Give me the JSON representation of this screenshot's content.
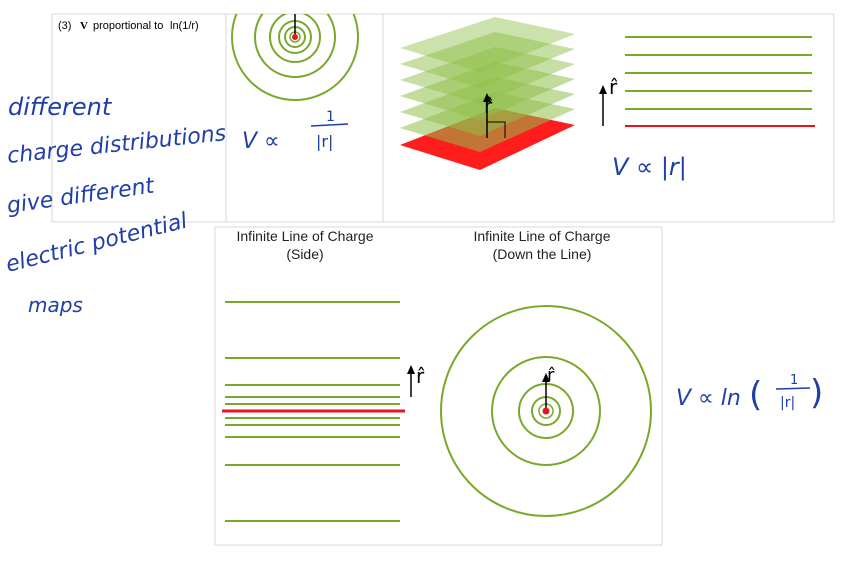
{
  "header": {
    "label": "(3)",
    "symbol": "V",
    "middle": "proportional to",
    "expr": "ln(1/r)"
  },
  "annotations": {
    "line1": "different",
    "line2": "charge distributions",
    "line3": "give different",
    "line4": "electric potential",
    "line5": "maps"
  },
  "relations": {
    "point": {
      "prefix": "V ∝",
      "numerator": "1",
      "denominator": "|r|"
    },
    "plane": {
      "text": "V ∝ |r|"
    },
    "line": {
      "prefix": "V ∝ ln",
      "numerator": "1",
      "denominator": "|r|"
    }
  },
  "axis_labels": {
    "r_hat": "r̂"
  },
  "lower_panel": {
    "left_title_1": "Infinite Line of Charge",
    "left_title_2": "(Side)",
    "right_title_1": "Infinite Line of Charge",
    "right_title_2": "(Down the Line)"
  },
  "colors": {
    "equipotential": "#7aa82b",
    "charge": "#e8141c",
    "ink": "#1f3fa6",
    "plane_fill": "#8fbf4a"
  }
}
